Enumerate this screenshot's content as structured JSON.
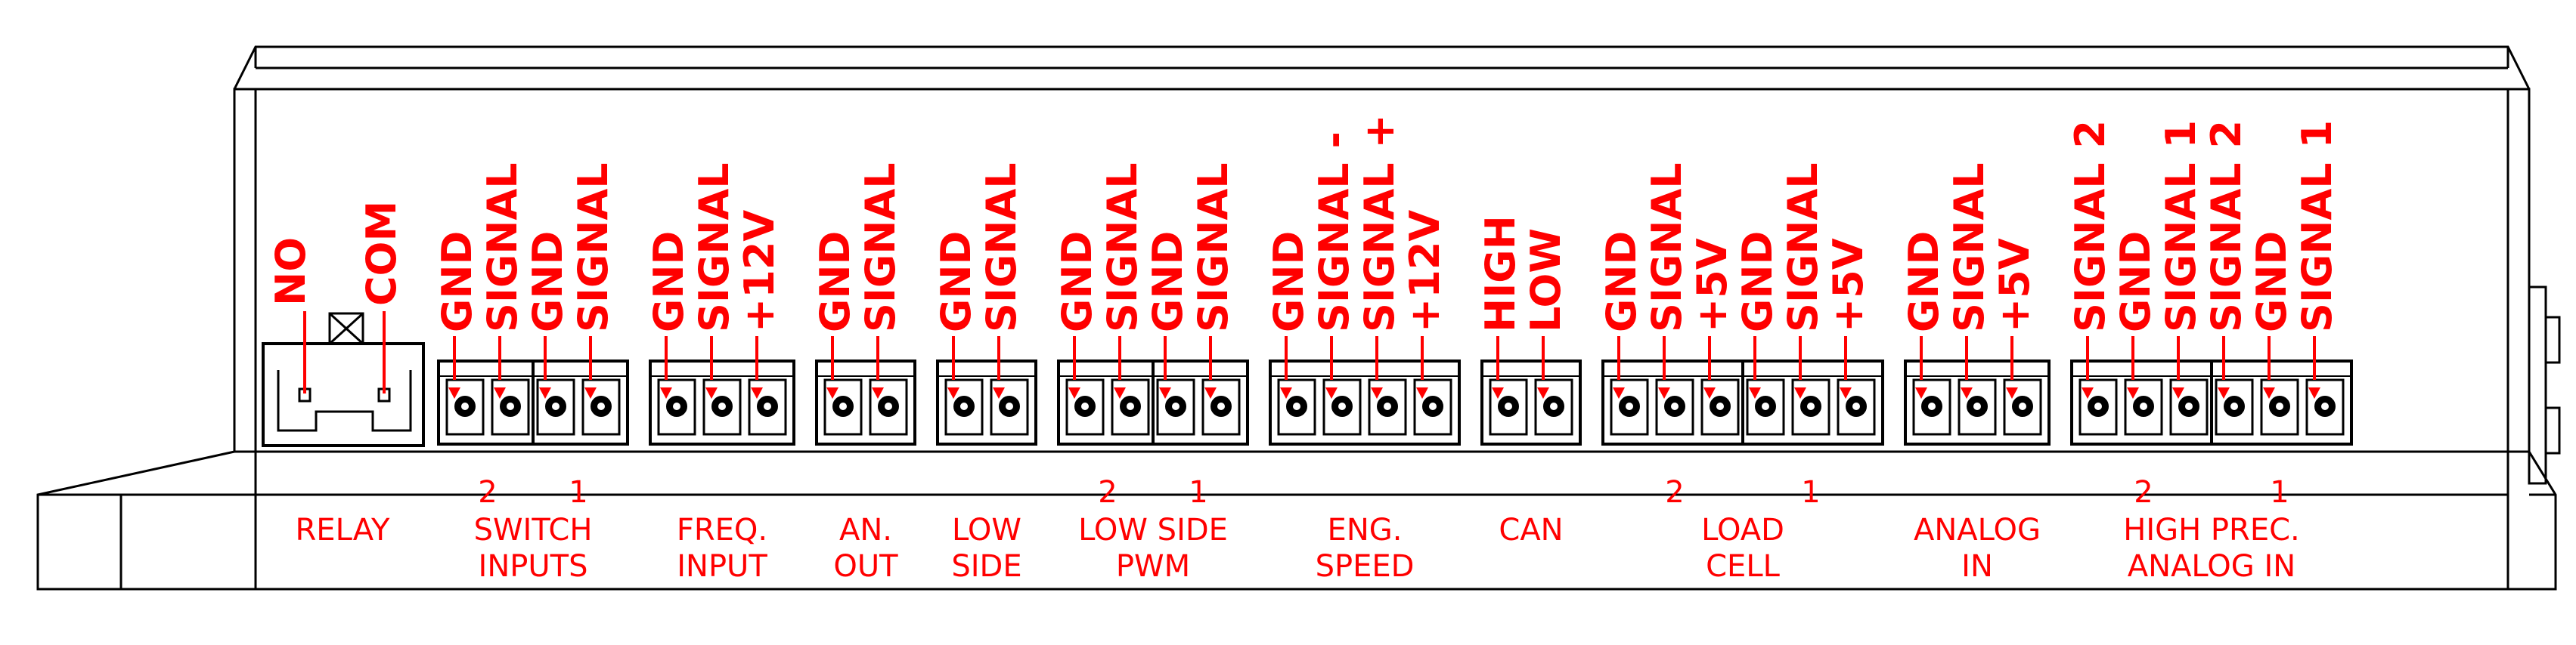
{
  "colors": {
    "outline": "#000000",
    "label": "#ff0000",
    "background": "#ffffff"
  },
  "relay": {
    "pins": [
      "NO",
      "COM"
    ],
    "label": "RELAY"
  },
  "connector_groups": [
    {
      "id": "switch-inputs",
      "pins": [
        "GND",
        "SIGNAL",
        "GND",
        "SIGNAL"
      ],
      "numbers": [
        "2",
        "1"
      ],
      "label": [
        "SWITCH",
        "INPUTS"
      ]
    },
    {
      "id": "freq-input",
      "pins": [
        "GND",
        "SIGNAL",
        "+12V"
      ],
      "numbers": [],
      "label": [
        "FREQ.",
        "INPUT"
      ]
    },
    {
      "id": "an-out",
      "pins": [
        "GND",
        "SIGNAL"
      ],
      "numbers": [],
      "label": [
        "AN.",
        "OUT"
      ]
    },
    {
      "id": "low-side",
      "pins": [
        "GND",
        "SIGNAL"
      ],
      "numbers": [],
      "label": [
        "LOW",
        "SIDE"
      ]
    },
    {
      "id": "low-side-pwm",
      "pins": [
        "GND",
        "SIGNAL",
        "GND",
        "SIGNAL"
      ],
      "numbers": [
        "2",
        "1"
      ],
      "label": [
        "LOW SIDE",
        "PWM"
      ]
    },
    {
      "id": "eng-speed",
      "pins": [
        "GND",
        "SIGNAL -",
        "SIGNAL +",
        "+12V"
      ],
      "numbers": [],
      "label": [
        "ENG.",
        "SPEED"
      ]
    },
    {
      "id": "can",
      "pins": [
        "HIGH",
        "LOW"
      ],
      "numbers": [],
      "label": [
        "CAN"
      ]
    },
    {
      "id": "load-cell",
      "pins": [
        "GND",
        "SIGNAL",
        "+5V",
        "GND",
        "SIGNAL",
        "+5V"
      ],
      "numbers": [
        "2",
        "1"
      ],
      "label": [
        "LOAD",
        "CELL"
      ]
    },
    {
      "id": "analog-in",
      "pins": [
        "GND",
        "SIGNAL",
        "+5V"
      ],
      "numbers": [],
      "label": [
        "ANALOG",
        "IN"
      ]
    },
    {
      "id": "high-prec-analog-in",
      "pins": [
        "SIGNAL 2",
        "GND",
        "SIGNAL 1",
        "SIGNAL 2",
        "GND",
        "SIGNAL 1"
      ],
      "numbers": [
        "2",
        "1"
      ],
      "label": [
        "HIGH PREC.",
        "ANALOG IN"
      ]
    }
  ]
}
